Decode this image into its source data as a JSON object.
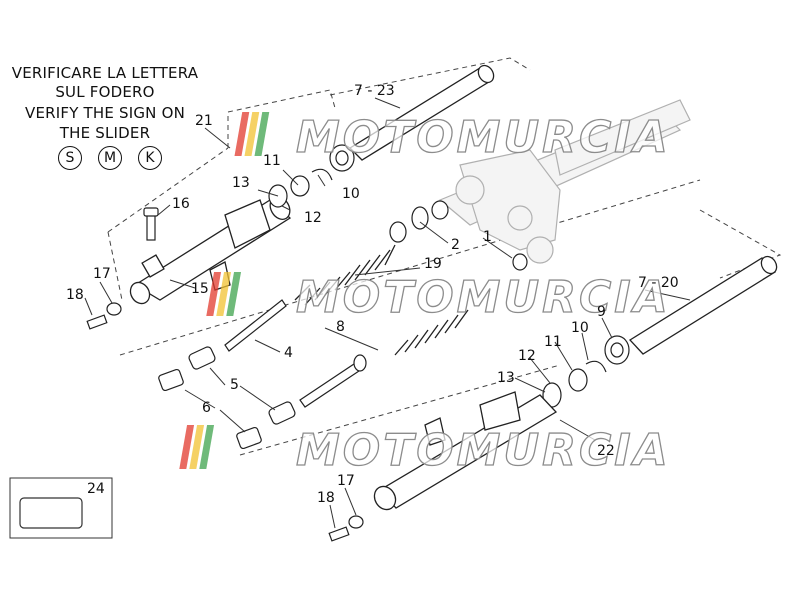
{
  "note": {
    "line1": "VERIFICARE LA LETTERA",
    "line2": "SUL FODERO",
    "line3": "VERIFY THE SIGN ON",
    "line4": "THE SLIDER",
    "sizes": [
      "S",
      "M",
      "K"
    ]
  },
  "watermark": {
    "text": "MOTOMURCIA",
    "stripe_colors": [
      "#e23a2e",
      "#f1c232",
      "#3fa34d"
    ]
  },
  "labels": {
    "l7_23": "7 - 23",
    "l21": "21",
    "l11a": "11",
    "l10a": "10",
    "l13a": "13",
    "l12a": "12",
    "l16": "16",
    "l2": "2",
    "l1": "1",
    "l17a": "17",
    "l18a": "18",
    "l15": "15",
    "l19": "19",
    "l7_20": "7 - 20",
    "l9": "9",
    "l8": "8",
    "l10b": "10",
    "l11b": "11",
    "l12b": "12",
    "l4": "4",
    "l5": "5",
    "l13b": "13",
    "l6": "6",
    "l22": "22",
    "l24": "24",
    "l17b": "17",
    "l18b": "18"
  }
}
